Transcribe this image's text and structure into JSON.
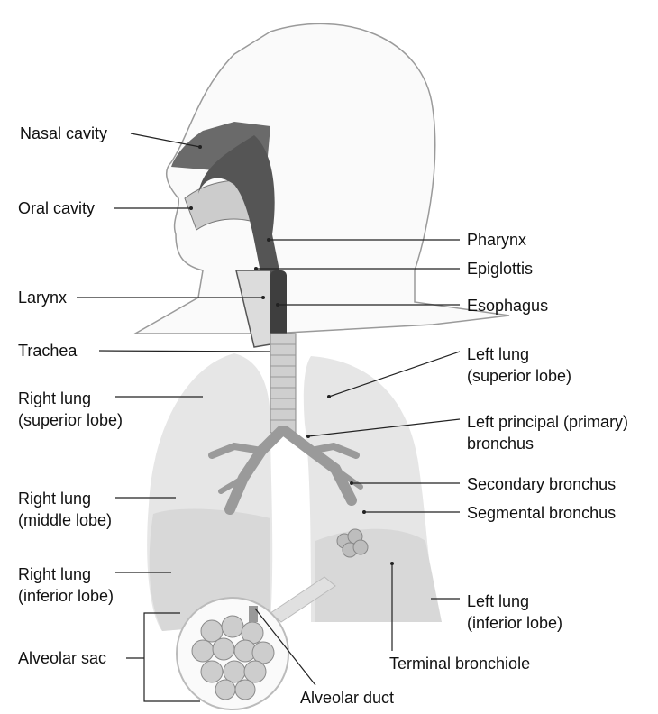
{
  "labels": {
    "nasal_cavity": "Nasal cavity",
    "oral_cavity": "Oral cavity",
    "larynx": "Larynx",
    "trachea": "Trachea",
    "right_lung_superior": [
      "Right lung",
      "(superior lobe)"
    ],
    "right_lung_middle": [
      "Right lung",
      "(middle lobe)"
    ],
    "right_lung_inferior": [
      "Right lung",
      "(inferior lobe)"
    ],
    "alveolar_sac": "Alveolar sac",
    "alveolar_duct": "Alveolar duct",
    "pharynx": "Pharynx",
    "epiglottis": "Epiglottis",
    "esophagus": "Esophagus",
    "left_lung_superior": [
      "Left lung",
      "(superior lobe)"
    ],
    "left_principal_bronchus": [
      "Left principal (primary)",
      "bronchus"
    ],
    "secondary_bronchus": "Secondary bronchus",
    "segmental_bronchus": "Segmental bronchus",
    "left_lung_inferior": [
      "Left lung",
      "(inferior lobe)"
    ],
    "terminal_bronchiole": "Terminal bronchiole"
  },
  "colors": {
    "head_outline": "#9a9a9a",
    "airway_dark": "#5e5e5e",
    "lung_fill": "#e6e6e6",
    "lung_inferior_fill": "#d8d8d8",
    "trachea_fill": "#cfcfcf",
    "leader_line": "#222222"
  }
}
